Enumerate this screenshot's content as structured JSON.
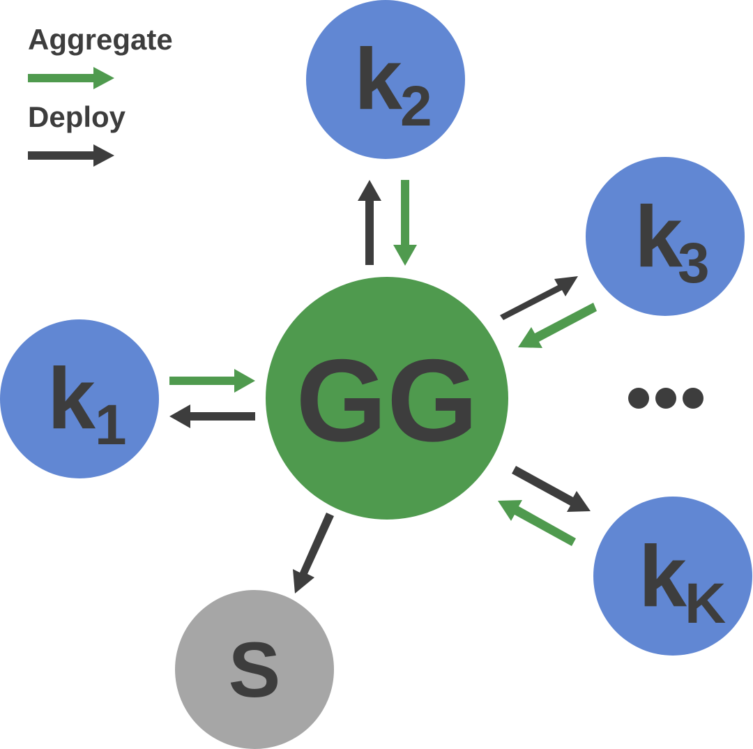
{
  "legend": {
    "aggregate_label": "Aggregate",
    "deploy_label": "Deploy"
  },
  "nodes": {
    "center": {
      "label": "GG"
    },
    "k1": {
      "main": "k",
      "sub": "1"
    },
    "k2": {
      "main": "k",
      "sub": "2"
    },
    "k3": {
      "main": "k",
      "sub": "3"
    },
    "kK": {
      "main": "k",
      "sub": "K"
    },
    "server": {
      "label": "S"
    },
    "ellipsis": {
      "label": "..."
    }
  },
  "colors": {
    "aggregate_arrow": "#4f9a4e",
    "deploy_arrow": "#3d3d3d",
    "client_node": "#6187d3",
    "center_node": "#4f9a4e",
    "server_node": "#a6a6a6",
    "text": "#3d3d3d"
  }
}
